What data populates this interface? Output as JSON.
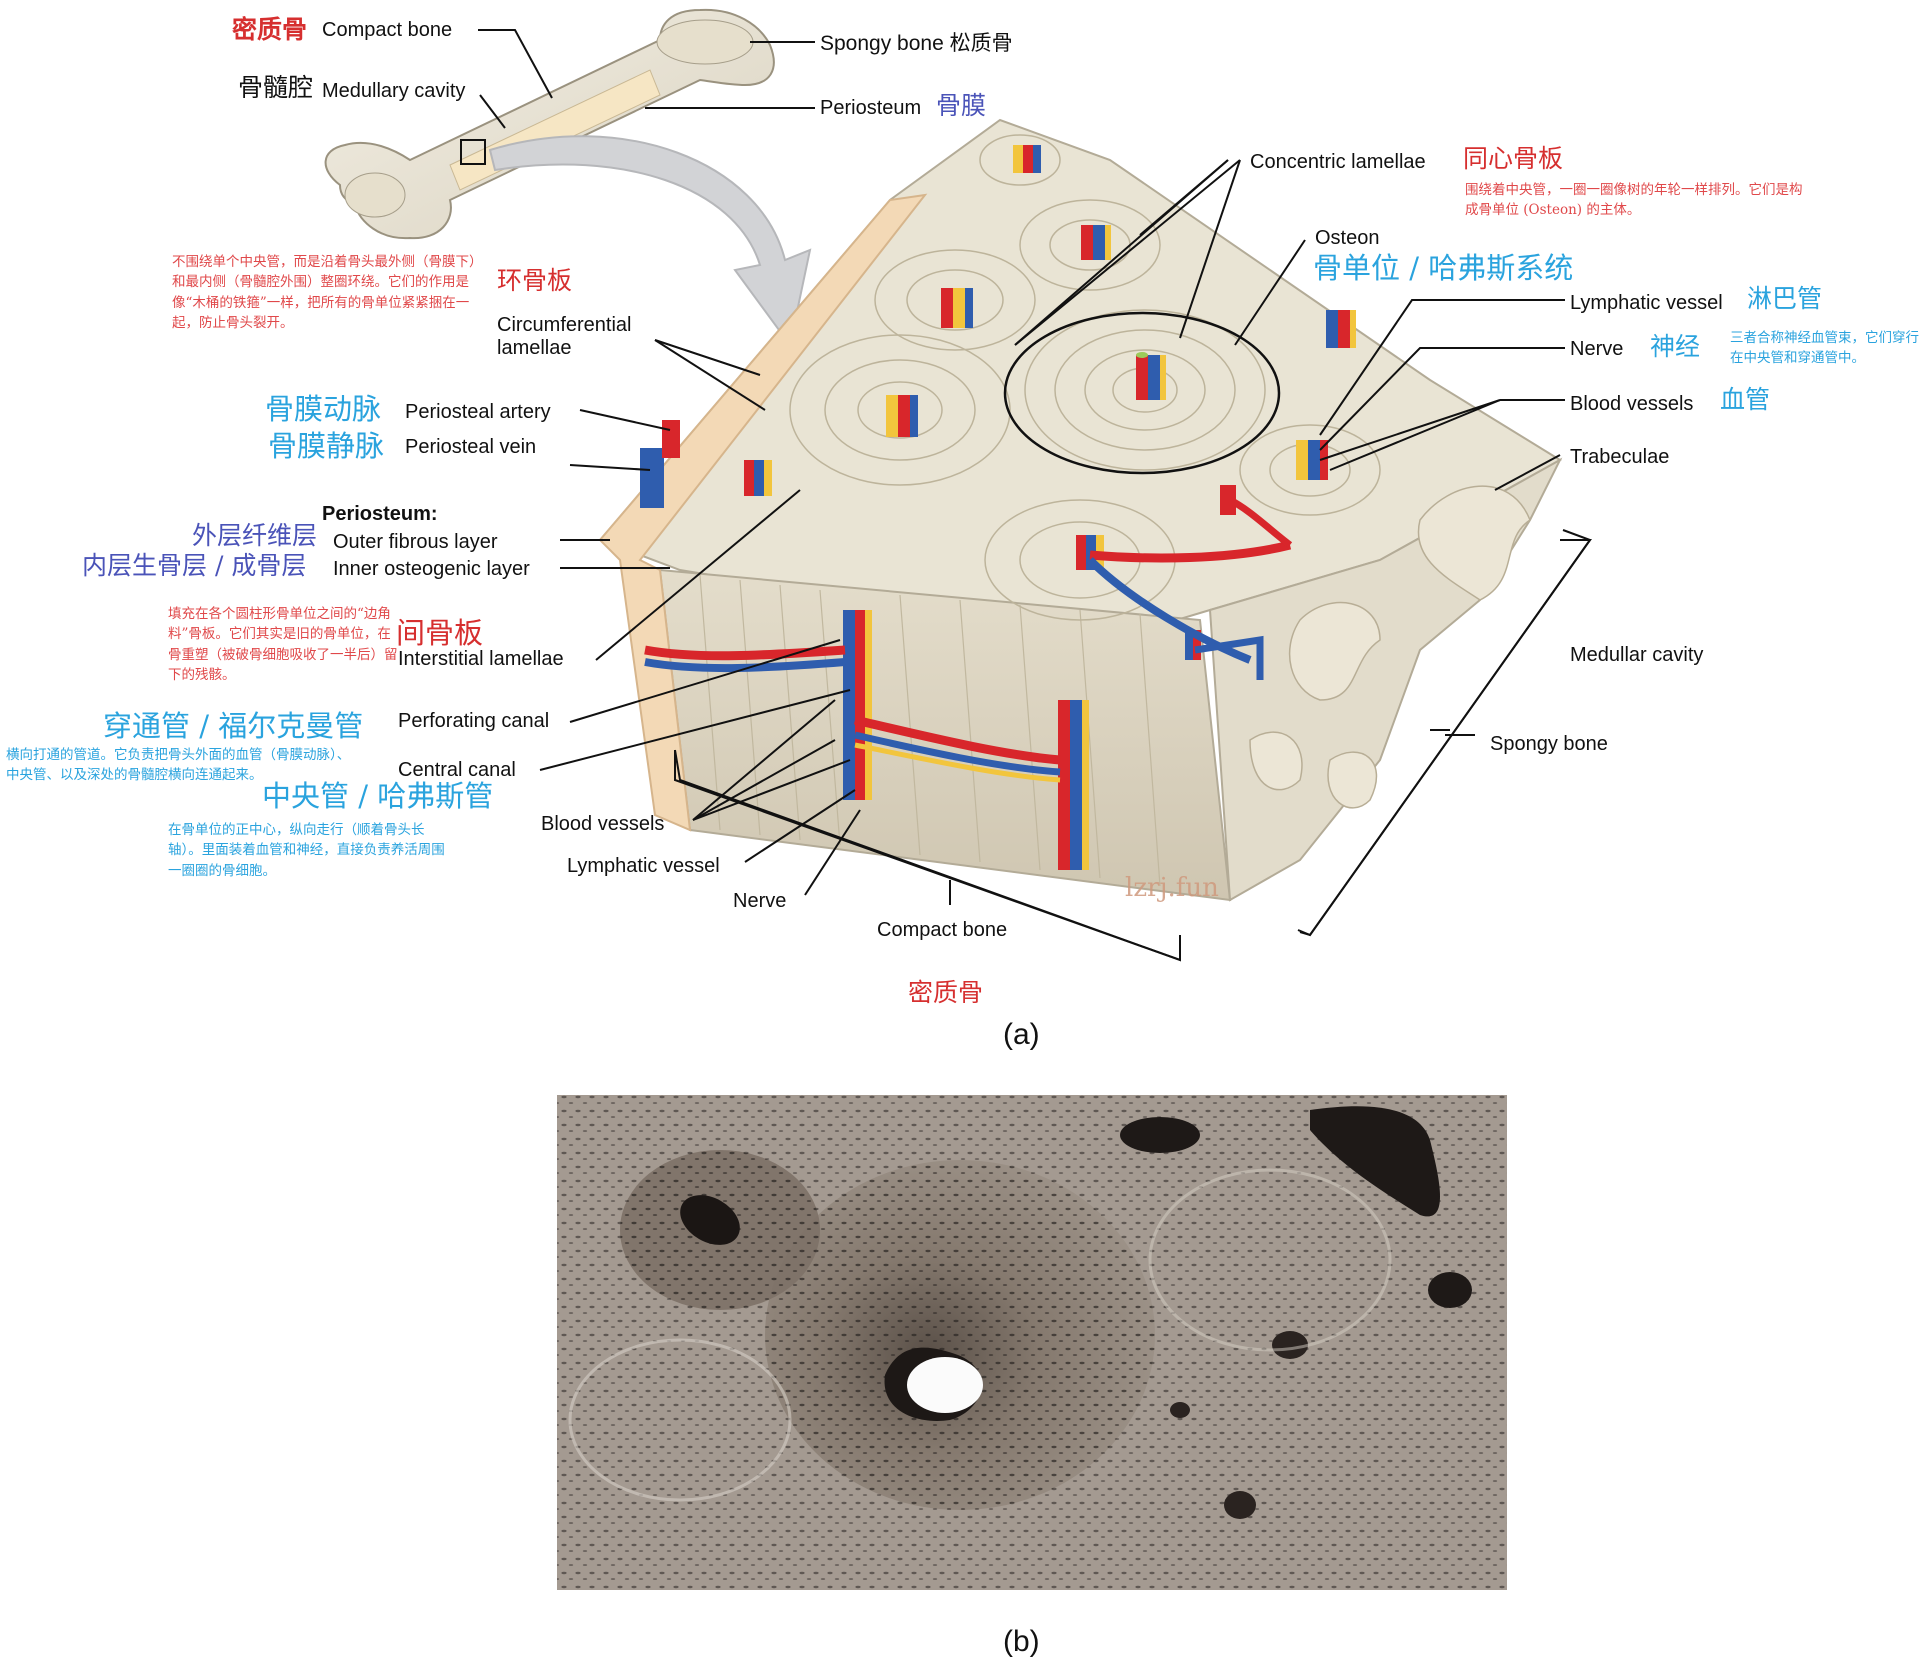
{
  "labels": {
    "compact_bone_cn": "密质骨",
    "compact_bone_top": "Compact bone",
    "medullary_cn": "骨髓腔",
    "medullary_en": "Medullary cavity",
    "spongy_top": "Spongy bone 松质骨",
    "periosteum_en": "Periosteum",
    "periosteum_cn": "骨膜",
    "concentric_en": "Concentric lamellae",
    "concentric_cn": "同心骨板",
    "concentric_note": "围绕着中央管，一圈一圈像树的年轮一样排列。它们是构成骨单位 (Osteon) 的主体。",
    "osteon_en": "Osteon",
    "osteon_cn": "骨单位 / 哈弗斯系统",
    "lymph_right_en": "Lymphatic vessel",
    "lymph_right_cn": "淋巴管",
    "nerve_right_en": "Nerve",
    "nerve_right_cn": "神经",
    "nerve_note": "三者合称神经血管束，它们穿行在中央管和穿通管中。",
    "blood_right_en": "Blood vessels",
    "blood_right_cn": "血管",
    "trabeculae": "Trabeculae",
    "medullar_cavity": "Medullar cavity",
    "spongy_right": "Spongy bone",
    "circ_note": "不围绕单个中央管，而是沿着骨头最外侧（骨膜下）和最内侧（骨髓腔外围）整圈环绕。它们的作用是像“木桶的铁箍”一样，把所有的骨单位紧紧捆在一起，防止骨头裂开。",
    "circ_cn": "环骨板",
    "circ_en": "Circumferential lamellae",
    "artery_cn": "骨膜动脉",
    "vein_cn": "骨膜静脉",
    "artery_en": "Periosteal artery",
    "vein_en": "Periosteal vein",
    "periosteum_head": "Periosteum:",
    "outer_cn": "外层纤维层",
    "outer_en": "Outer fibrous layer",
    "inner_cn": "内层生骨层 / 成骨层",
    "inner_en": "Inner osteogenic layer",
    "inter_note": "填充在各个圆柱形骨单位之间的“边角料”骨板。它们其实是旧的骨单位，在骨重塑（被破骨细胞吸收了一半后）留下的残骸。",
    "inter_cn": "间骨板",
    "inter_en": "Interstitial lamellae",
    "perf_cn": "穿通管 / 福尔克曼管",
    "perf_note": "横向打通的管道。它负责把骨头外面的血管（骨膜动脉）、中央管、以及深处的骨髓腔横向连通起来。",
    "perf_en": "Perforating canal",
    "central_en": "Central canal",
    "central_cn": "中央管 / 哈弗斯管",
    "central_note": "在骨单位的正中心，纵向走行（顺着骨头长轴）。里面装着血管和神经，直接负责养活周围一圈圈的骨细胞。",
    "blood_bottom": "Blood vessels",
    "lymph_bottom": "Lymphatic vessel",
    "nerve_bottom": "Nerve",
    "compact_bottom_en": "Compact bone",
    "compact_bottom_cn": "密质骨",
    "watermark": "lzrj.fun",
    "caption_a": "(a)",
    "caption_b": "(b)"
  },
  "colors": {
    "red_label": "#d62f2f",
    "blue_label": "#2aa3de",
    "purple_label": "#4a53b8",
    "bone": "#ece7d8",
    "artery": "#d8262b",
    "vein": "#2f5dae",
    "lymph": "#f2c53d",
    "nerve": "#9ccb5a"
  }
}
